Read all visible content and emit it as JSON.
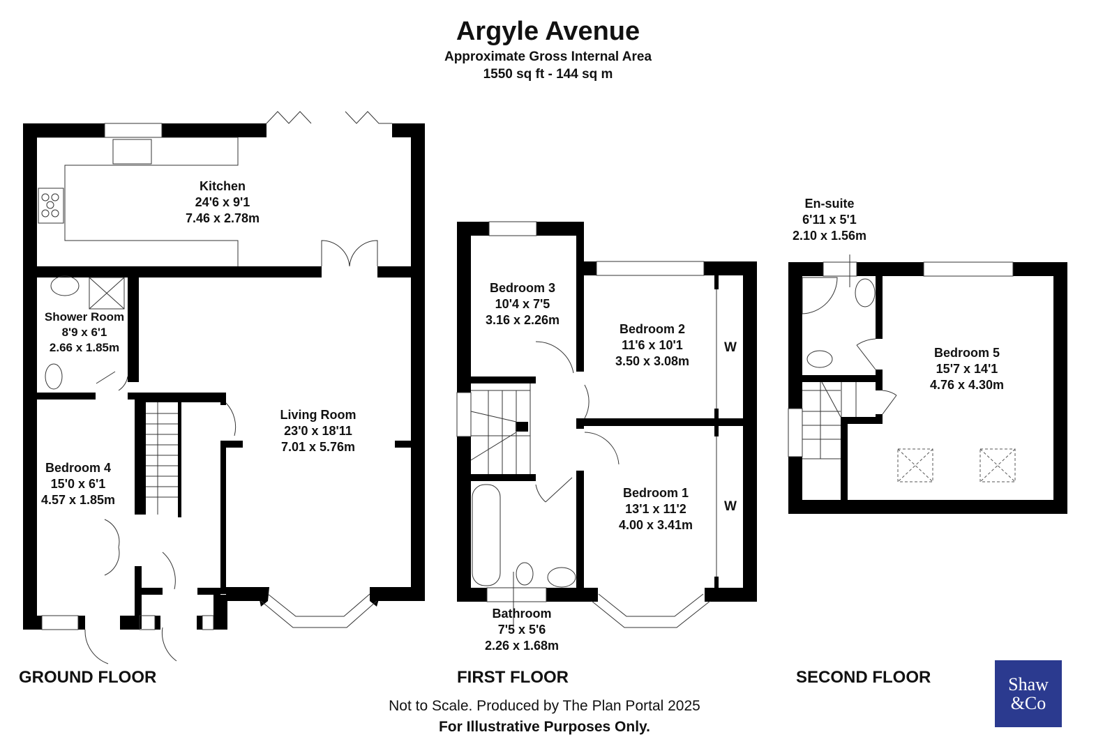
{
  "header": {
    "title": "Argyle Avenue",
    "subtitle": "Approximate Gross Internal Area",
    "area": "1550 sq ft - 144 sq m"
  },
  "floors": {
    "ground": {
      "label": "GROUND FLOOR",
      "rooms": [
        {
          "name": "Kitchen",
          "imperial": "24'6 x 9'1",
          "metric": "7.46 x 2.78m"
        },
        {
          "name": "Shower Room",
          "imperial": "8'9 x 6'1",
          "metric": "2.66 x 1.85m"
        },
        {
          "name": "Living Room",
          "imperial": "23'0 x 18'11",
          "metric": "7.01 x 5.76m"
        },
        {
          "name": "Bedroom 4",
          "imperial": "15'0 x 6'1",
          "metric": "4.57 x 1.85m"
        }
      ]
    },
    "first": {
      "label": "FIRST FLOOR",
      "rooms": [
        {
          "name": "Bedroom 3",
          "imperial": "10'4 x 7'5",
          "metric": "3.16 x 2.26m"
        },
        {
          "name": "Bedroom 2",
          "imperial": "11'6 x 10'1",
          "metric": "3.50 x 3.08m"
        },
        {
          "name": "Bedroom 1",
          "imperial": "13'1 x 11'2",
          "metric": "4.00 x 3.41m"
        },
        {
          "name": "Bathroom",
          "imperial": "7'5 x 5'6",
          "metric": "2.26 x 1.68m"
        }
      ],
      "wardrobe_marks": [
        "W",
        "W"
      ]
    },
    "second": {
      "label": "SECOND FLOOR",
      "rooms": [
        {
          "name": "En-suite",
          "imperial": "6'11 x 5'1",
          "metric": "2.10 x 1.56m"
        },
        {
          "name": "Bedroom 5",
          "imperial": "15'7 x 14'1",
          "metric": "4.76 x 4.30m"
        }
      ]
    }
  },
  "footer": {
    "disclaimer": "Not to Scale. Produced by The Plan Portal 2025",
    "note": "For Illustrative Purposes Only."
  },
  "logo": {
    "line1": "Shaw",
    "line2": "&Co",
    "color": "#2b3a8f"
  }
}
